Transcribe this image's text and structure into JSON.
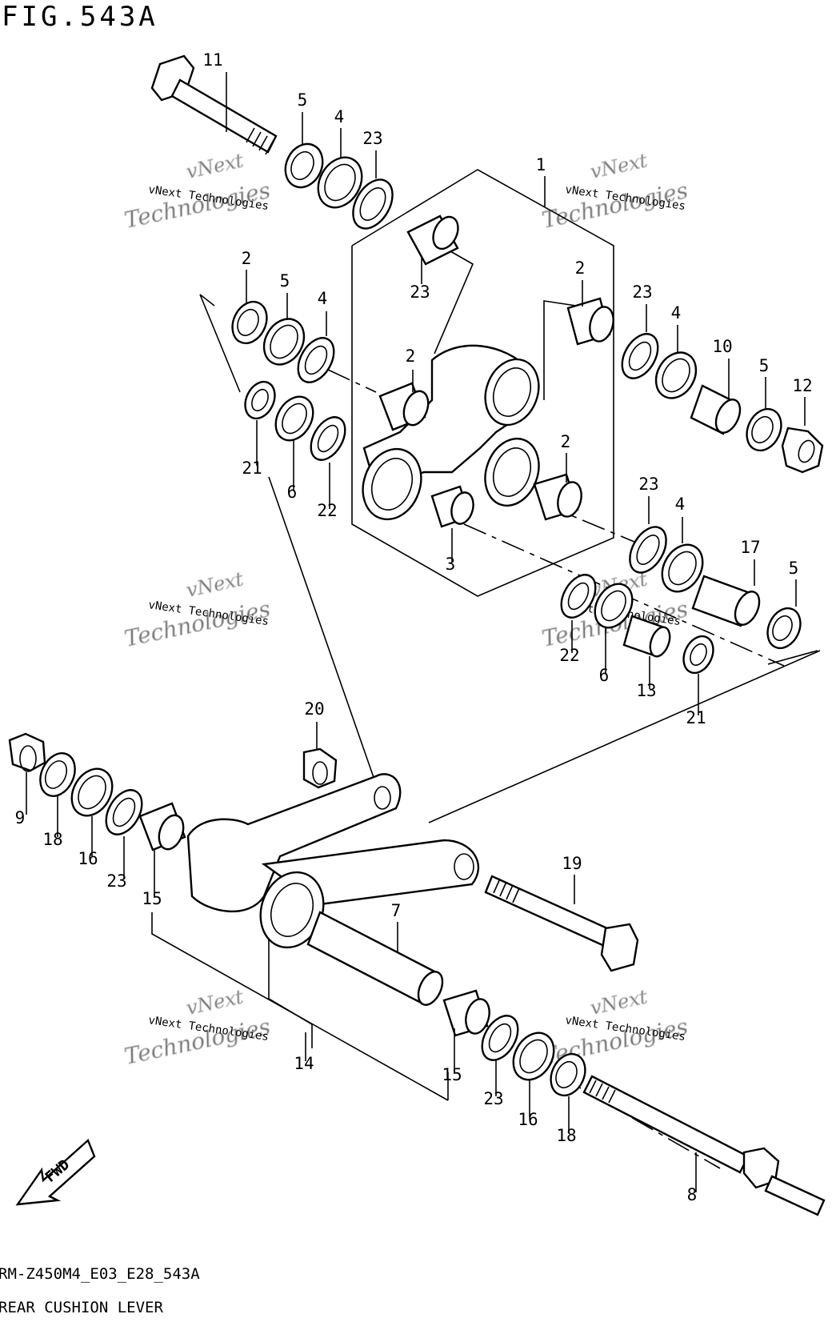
{
  "figure": {
    "title": "FIG.543A",
    "model_code": "RM-Z450M4_E03_E28_543A",
    "caption": "REAR CUSHION LEVER",
    "fwd_label": "FWD"
  },
  "watermark": {
    "line1": "vNext",
    "line2": "Technologies",
    "small": "vNext Technologies"
  },
  "callouts": [
    "11",
    "5",
    "4",
    "23",
    "1",
    "2",
    "5",
    "4",
    "23",
    "2",
    "2",
    "23",
    "4",
    "10",
    "5",
    "12",
    "21",
    "6",
    "22",
    "2",
    "3",
    "23",
    "4",
    "17",
    "5",
    "22",
    "6",
    "13",
    "21",
    "20",
    "9",
    "18",
    "16",
    "23",
    "15",
    "19",
    "7",
    "14",
    "15",
    "23",
    "16",
    "18",
    "8"
  ],
  "colors": {
    "line": "#000000",
    "background": "#ffffff"
  }
}
